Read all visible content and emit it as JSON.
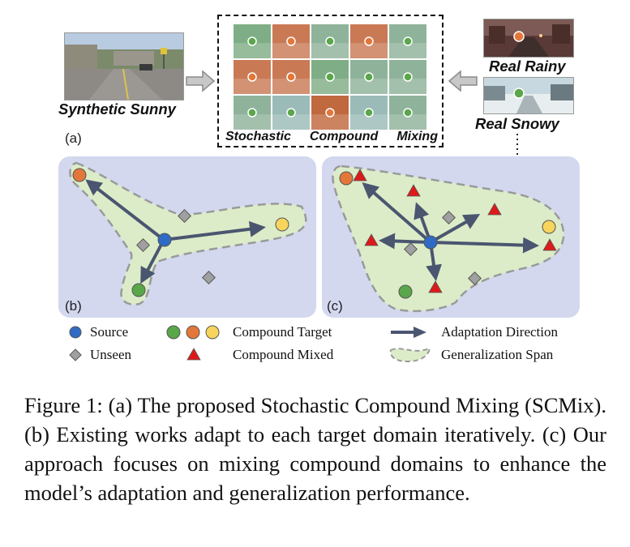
{
  "top": {
    "synthetic_label": "Synthetic Sunny",
    "rainy_label": "Real Rainy",
    "snowy_label": "Real Snowy",
    "mix_label_words": [
      "Stochastic",
      "Compound",
      "Mixing"
    ],
    "panel_a_label": "(a)"
  },
  "panels": {
    "b_label": "(b)",
    "c_label": "(c)"
  },
  "legend": {
    "source": "Source",
    "unseen": "Unseen",
    "compound_target": "Compound Target",
    "compound_mixed": "Compound Mixed",
    "adaptation_direction": "Adaptation Direction",
    "generalization_span": "Generalization  Span"
  },
  "caption": "Figure 1: (a) The proposed Stochastic Compound Mixing (SCMix). (b) Existing works adapt to each target domain iteratively. (c) Our approach focuses on mixing compound domains to enhance the model’s adaptation and generalization performance.",
  "colors": {
    "source": "#2f6bc4",
    "orange": "#e3773a",
    "yellow": "#f7d55c",
    "green": "#5aa64a",
    "mixed": "#dd1a1a",
    "unseen": "#a0a0a0",
    "arrow": "#4a5670",
    "span_fill": "#dcecc8",
    "panel_bg": "#d3d8ef"
  }
}
